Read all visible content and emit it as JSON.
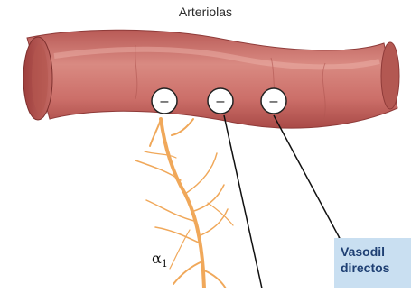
{
  "title": "Arteriolas",
  "receptor_symbol": "–",
  "alpha_label": {
    "symbol": "α",
    "subscript": "1"
  },
  "callout": {
    "line1": "Vasodil",
    "line2": "directos"
  },
  "colors": {
    "vessel": "#c96a66",
    "vessel_dark": "#a94a47",
    "lumen": "#d98a82",
    "nerve": "#f0a85a",
    "callout_bg": "#c9dff1",
    "callout_text": "#1e3f73"
  }
}
